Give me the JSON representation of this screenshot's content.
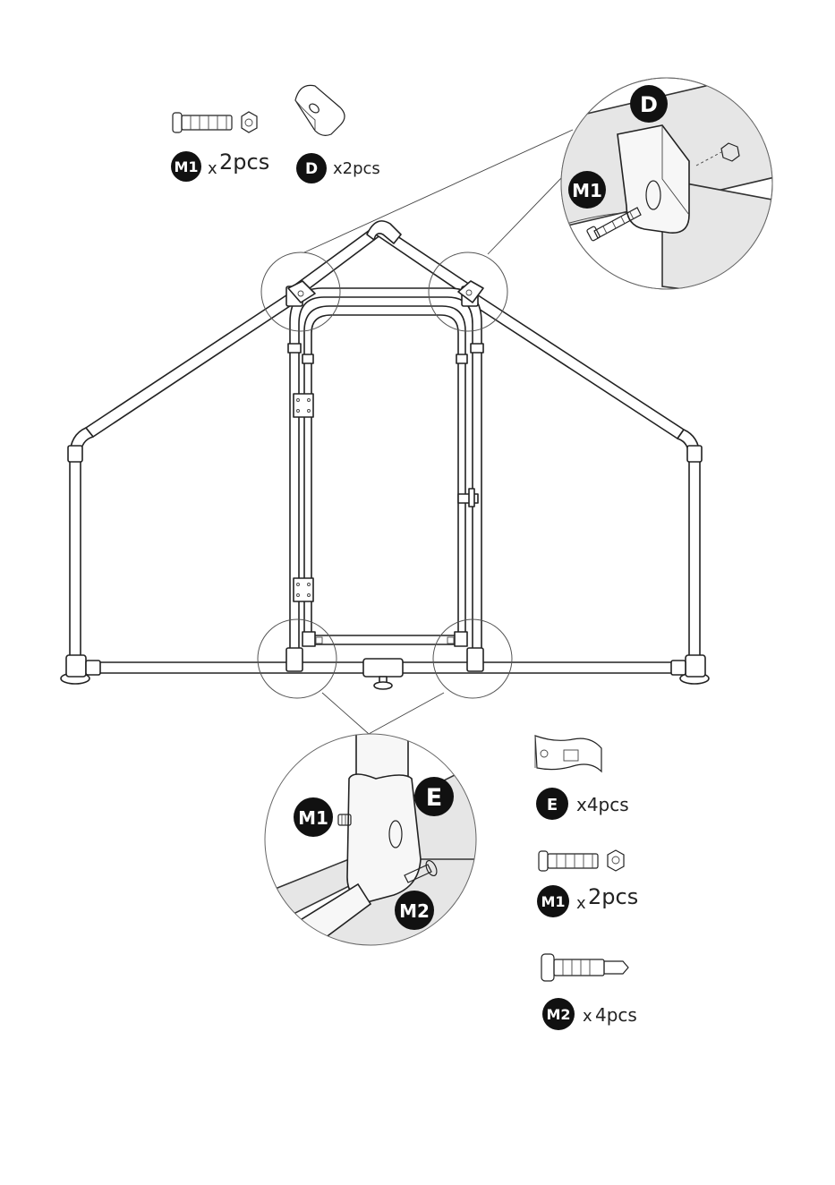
{
  "colors": {
    "ink": "#222222",
    "badge": "#111111",
    "detail_fill": "#e6e6e6"
  },
  "parts": {
    "m1_top": {
      "badge": "M1",
      "qty_prefix": "x",
      "qty_value": "2pcs"
    },
    "d_top": {
      "badge": "D",
      "qty": "x2pcs"
    },
    "e_right": {
      "badge": "E",
      "qty": "x4pcs"
    },
    "m1_right": {
      "badge": "M1",
      "qty_prefix": "x",
      "qty_value": "2pcs"
    },
    "m2_right": {
      "badge": "M2",
      "qty_prefix": "x",
      "qty_value": "4pcs"
    }
  },
  "details": {
    "top": {
      "badge_d": "D",
      "badge_m1": "M1"
    },
    "bottom": {
      "badge_e": "E",
      "badge_m1": "M1",
      "badge_m2": "M2"
    }
  },
  "icons": [
    "bolt-icon",
    "nut-icon",
    "bracket-d-icon",
    "bracket-e-icon",
    "screw-icon"
  ]
}
